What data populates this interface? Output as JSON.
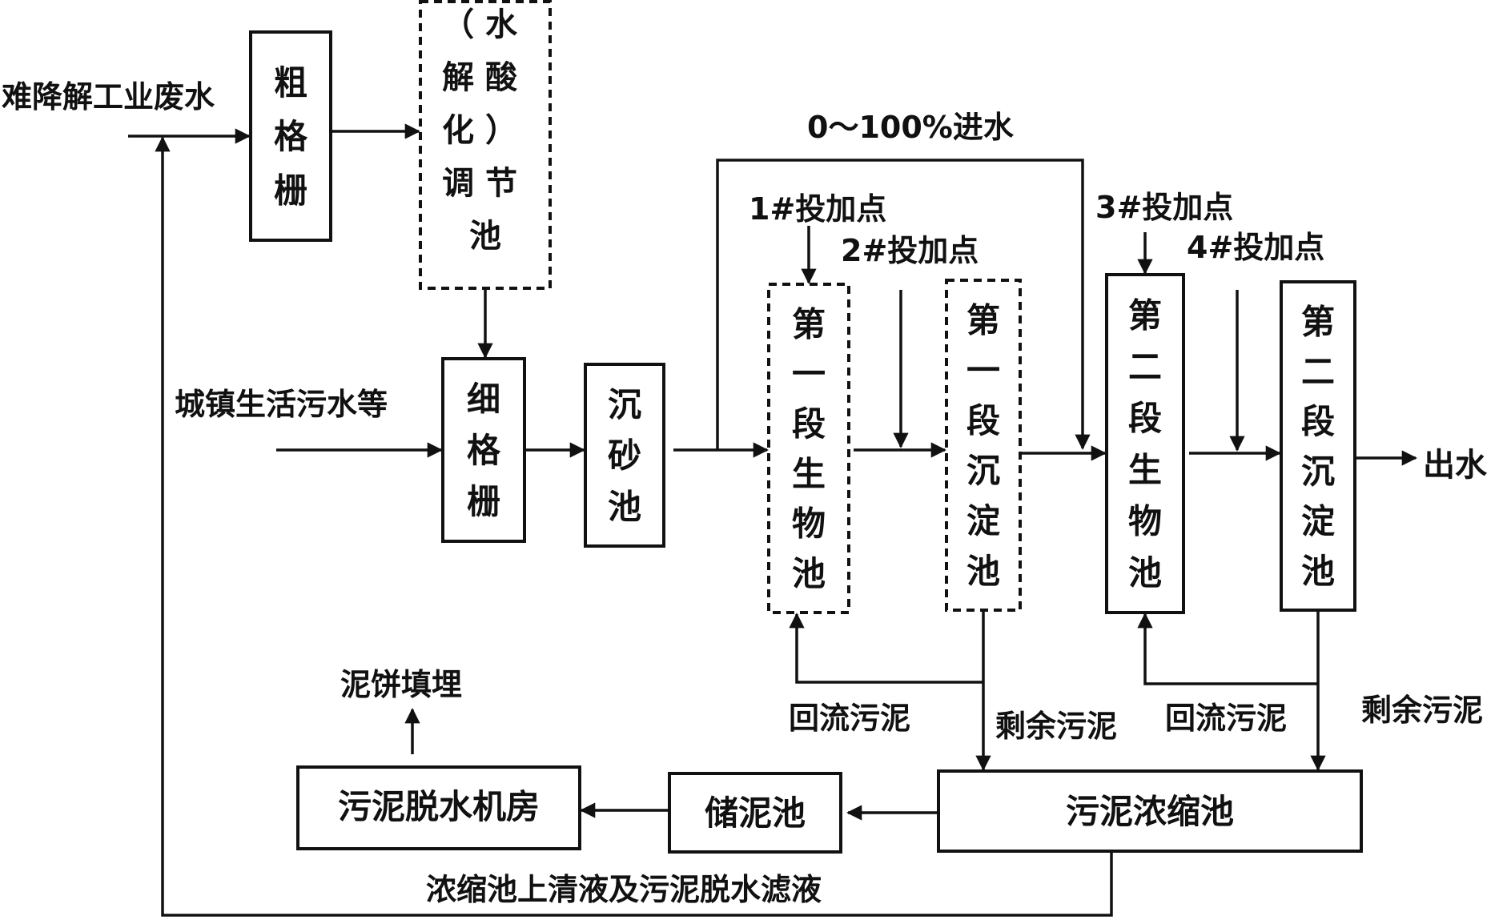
{
  "boxes": {
    "coarse_screen": "粗格栅",
    "equalization": "（水解酸化）调节池",
    "fine_screen": "细格栅",
    "grit": "沉砂池",
    "bio1": "第一段生物池",
    "sed1": "第一段沉淀池",
    "bio2": "第二段生物池",
    "sed2": "第二段沉淀池",
    "thickener": "污泥浓缩池",
    "storage": "储泥池",
    "dewater": "污泥脱水机房"
  },
  "labels": {
    "industrial_inflow": "难降解工业废水",
    "municipal_inflow": "城镇生活污水等",
    "bypass": "0～100%进水",
    "dose1": "1#投加点",
    "dose2": "2#投加点",
    "dose3": "3#投加点",
    "dose4": "4#投加点",
    "effluent": "出水",
    "return_sludge_1": "回流污泥",
    "excess_sludge_1": "剩余污泥",
    "return_sludge_2": "回流污泥",
    "excess_sludge_2": "剩余污泥",
    "cake": "泥饼填埋",
    "filtrate": "浓缩池上清液及污泥脱水滤液"
  },
  "colors": {
    "ink": "#111111",
    "background": "#ffffff"
  }
}
